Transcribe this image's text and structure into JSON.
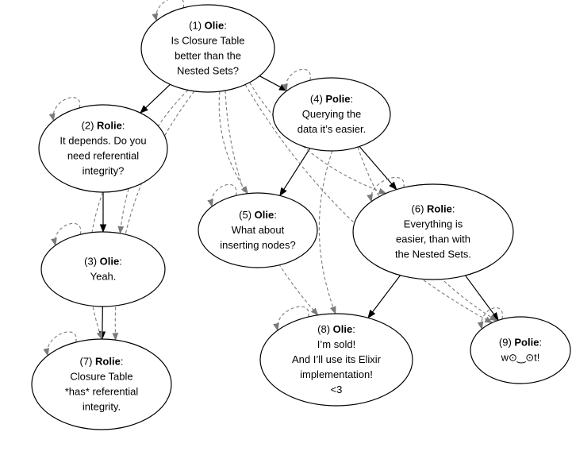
{
  "nodes": [
    {
      "id": "n1",
      "num": "(1) ",
      "speaker": "Olie",
      "lines": [
        "Is Closure Table",
        "better than the",
        "Nested Sets?"
      ]
    },
    {
      "id": "n2",
      "num": "(2) ",
      "speaker": "Rolie",
      "lines": [
        "It depends. Do you",
        "need referential",
        "integrity?"
      ]
    },
    {
      "id": "n3",
      "num": "(3) ",
      "speaker": "Olie",
      "lines": [
        "Yeah."
      ]
    },
    {
      "id": "n4",
      "num": "(4) ",
      "speaker": "Polie",
      "lines": [
        "Querying the",
        "data it’s easier."
      ]
    },
    {
      "id": "n5",
      "num": "(5) ",
      "speaker": "Olie",
      "lines": [
        "What about",
        "inserting nodes?"
      ]
    },
    {
      "id": "n6",
      "num": "(6) ",
      "speaker": "Rolie",
      "lines": [
        "Everything is",
        "easier, than with",
        "the Nested Sets."
      ]
    },
    {
      "id": "n7",
      "num": "(7) ",
      "speaker": "Rolie",
      "lines": [
        "Closure Table",
        "*has* referential",
        "integrity."
      ]
    },
    {
      "id": "n8",
      "num": "(8) ",
      "speaker": "Olie",
      "lines": [
        "I’m sold!",
        "And I’ll use its Elixir",
        "implementation!",
        "<3"
      ]
    },
    {
      "id": "n9",
      "num": "(9) ",
      "speaker": "Polie",
      "lines": [
        "w⊙‿⊙t!"
      ]
    }
  ],
  "edges": [
    {
      "from": "n1",
      "to": "n2",
      "style": "solid"
    },
    {
      "from": "n1",
      "to": "n4",
      "style": "solid"
    },
    {
      "from": "n2",
      "to": "n3",
      "style": "solid"
    },
    {
      "from": "n3",
      "to": "n7",
      "style": "solid"
    },
    {
      "from": "n4",
      "to": "n5",
      "style": "solid"
    },
    {
      "from": "n4",
      "to": "n6",
      "style": "solid"
    },
    {
      "from": "n6",
      "to": "n8",
      "style": "solid"
    },
    {
      "from": "n6",
      "to": "n9",
      "style": "solid"
    },
    {
      "from": "n1",
      "to": "n1",
      "style": "dashed"
    },
    {
      "from": "n2",
      "to": "n2",
      "style": "dashed"
    },
    {
      "from": "n3",
      "to": "n3",
      "style": "dashed"
    },
    {
      "from": "n4",
      "to": "n4",
      "style": "dashed"
    },
    {
      "from": "n5",
      "to": "n5",
      "style": "dashed"
    },
    {
      "from": "n6",
      "to": "n6",
      "style": "dashed"
    },
    {
      "from": "n7",
      "to": "n7",
      "style": "dashed"
    },
    {
      "from": "n8",
      "to": "n8",
      "style": "dashed"
    },
    {
      "from": "n9",
      "to": "n9",
      "style": "dashed"
    },
    {
      "from": "n1",
      "to": "n3",
      "style": "dashed"
    },
    {
      "from": "n1",
      "to": "n7",
      "style": "dashed"
    },
    {
      "from": "n1",
      "to": "n5",
      "style": "dashed"
    },
    {
      "from": "n1",
      "to": "n8",
      "style": "dashed"
    },
    {
      "from": "n1",
      "to": "n6",
      "style": "dashed"
    },
    {
      "from": "n1",
      "to": "n9",
      "style": "dashed"
    },
    {
      "from": "n2",
      "to": "n7",
      "style": "dashed"
    },
    {
      "from": "n4",
      "to": "n8",
      "style": "dashed"
    },
    {
      "from": "n4",
      "to": "n9",
      "style": "dashed"
    }
  ]
}
